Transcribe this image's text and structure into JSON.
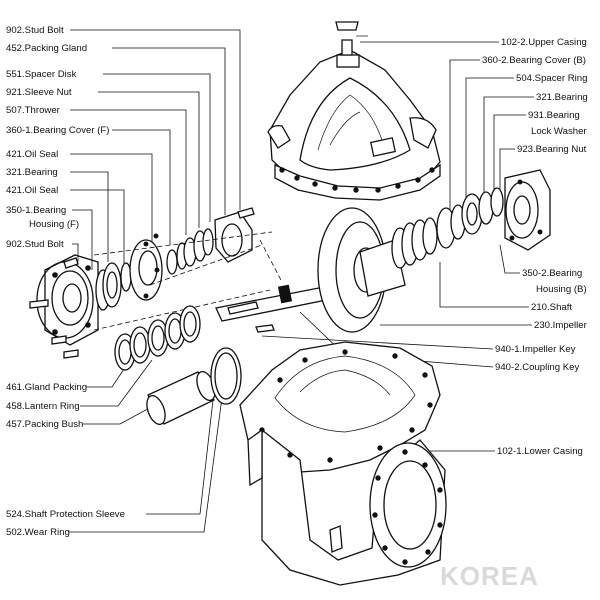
{
  "diagram": {
    "labels_left": [
      "902.Stud Bolt",
      "452.Packing Gland",
      "551.Spacer Disk",
      "921.Sleeve Nut",
      "507.Thrower",
      "360-1.Bearing Cover (F)",
      "421.Oil Seal",
      "321.Bearing",
      "421.Oil Seal",
      "350-1.Bearing",
      "Housing (F)",
      "902.Stud Bolt",
      "461.Gland Packing",
      "458.Lantern Ring",
      "457.Packing Bush",
      "524.Shaft Protection Sleeve",
      "502.Wear Ring"
    ],
    "labels_right": [
      "102-2.Upper Casing",
      "360-2.Bearing Cover (B)",
      "504.Spacer Ring",
      "321.Bearing",
      "931.Bearing",
      "Lock Washer",
      "923.Bearing Nut",
      "350-2.Bearing",
      "Housing (B)",
      "210.Shaft",
      "230.Impeller",
      "940-1.Impeller Key",
      "940-2.Coupling Key",
      "102-1.Lower Casing"
    ],
    "watermark": "KOREA"
  }
}
